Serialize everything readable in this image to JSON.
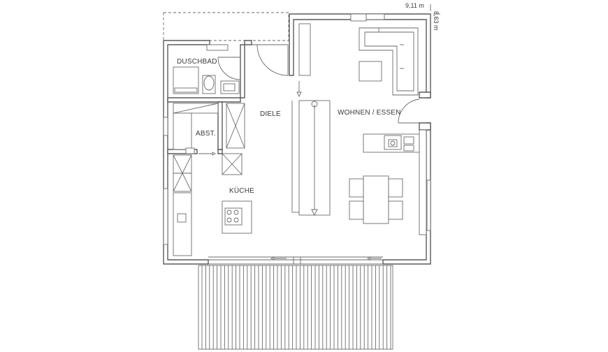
{
  "dimensions": {
    "width_label": "9,11 m",
    "depth_label": "8,63 m"
  },
  "rooms": {
    "duschbad": "DUSCHBAD",
    "abstell": "ABST.",
    "diele": "DIELE",
    "wohnen_essen": "WOHNEN / ESSEN",
    "kueche": "KÜCHE"
  },
  "colors": {
    "line": "#5a5a5a",
    "text": "#3a3a3a",
    "background": "#ffffff"
  }
}
